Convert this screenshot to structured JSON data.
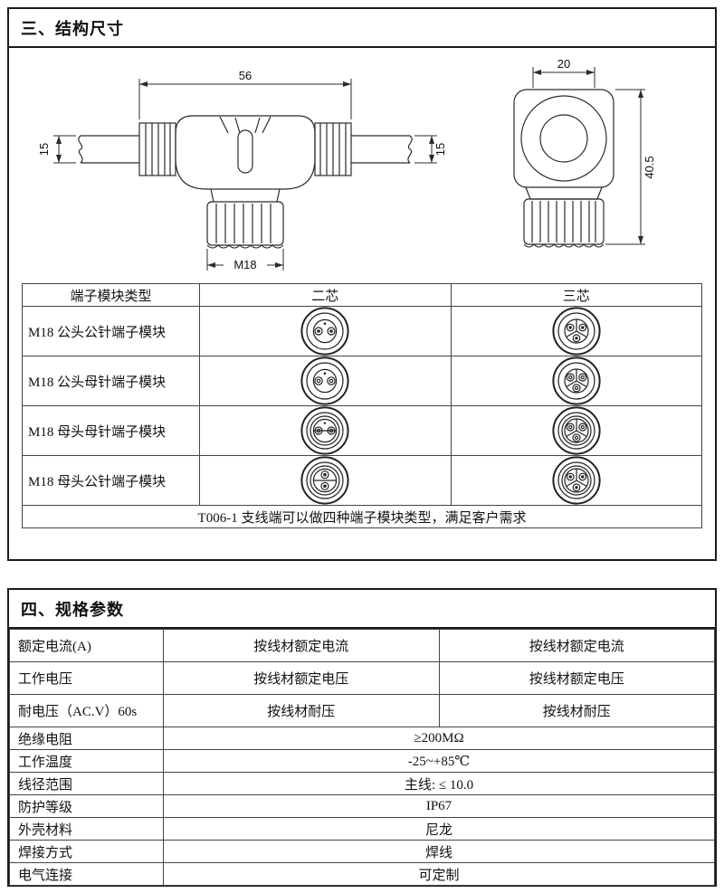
{
  "structure": {
    "title": "三、结构尺寸",
    "drawing": {
      "front": {
        "width": "56",
        "cable_left": "15",
        "cable_right": "15",
        "thread": "M18"
      },
      "side": {
        "width": "20",
        "height": "40.5"
      }
    },
    "table": {
      "headers": [
        "端子模块类型",
        "二芯",
        "三芯"
      ],
      "rows": [
        {
          "label": "M18 公头公针端子模块"
        },
        {
          "label": "M18 公头母针端子模块"
        },
        {
          "label": "M18 母头母针端子模块"
        },
        {
          "label": "M18 母头公针端子模块"
        }
      ],
      "footer": "T006-1 支线端可以做四种端子模块类型，满足客户需求"
    }
  },
  "spec": {
    "title": "四、规格参数",
    "table": {
      "rows2": [
        {
          "label": "额定电流(A)",
          "value1": "按线材额定电流",
          "value2": "按线材额定电流"
        },
        {
          "label": "工作电压",
          "value1": "按线材额定电压",
          "value2": "按线材额定电压"
        },
        {
          "label": "耐电压（AC.V）60s",
          "value1": "按线材耐压",
          "value2": "按线材耐压"
        }
      ],
      "rows1": [
        {
          "label": "绝缘电阻",
          "value": "≥200MΩ"
        },
        {
          "label": "工作温度",
          "value": "-25~+85℃"
        },
        {
          "label": "线径范围",
          "value": "主线: ≤ 10.0"
        },
        {
          "label": "防护等级",
          "value": "IP67"
        },
        {
          "label": "外壳材料",
          "value": "尼龙"
        },
        {
          "label": "焊接方式",
          "value": "焊线"
        },
        {
          "label": "电气连接",
          "value": "可定制"
        }
      ]
    }
  },
  "icons": {
    "connector_face": "concentric-circle-face",
    "male_pin": "filled-dot-pin",
    "female_socket": "hollow-ring-socket"
  }
}
